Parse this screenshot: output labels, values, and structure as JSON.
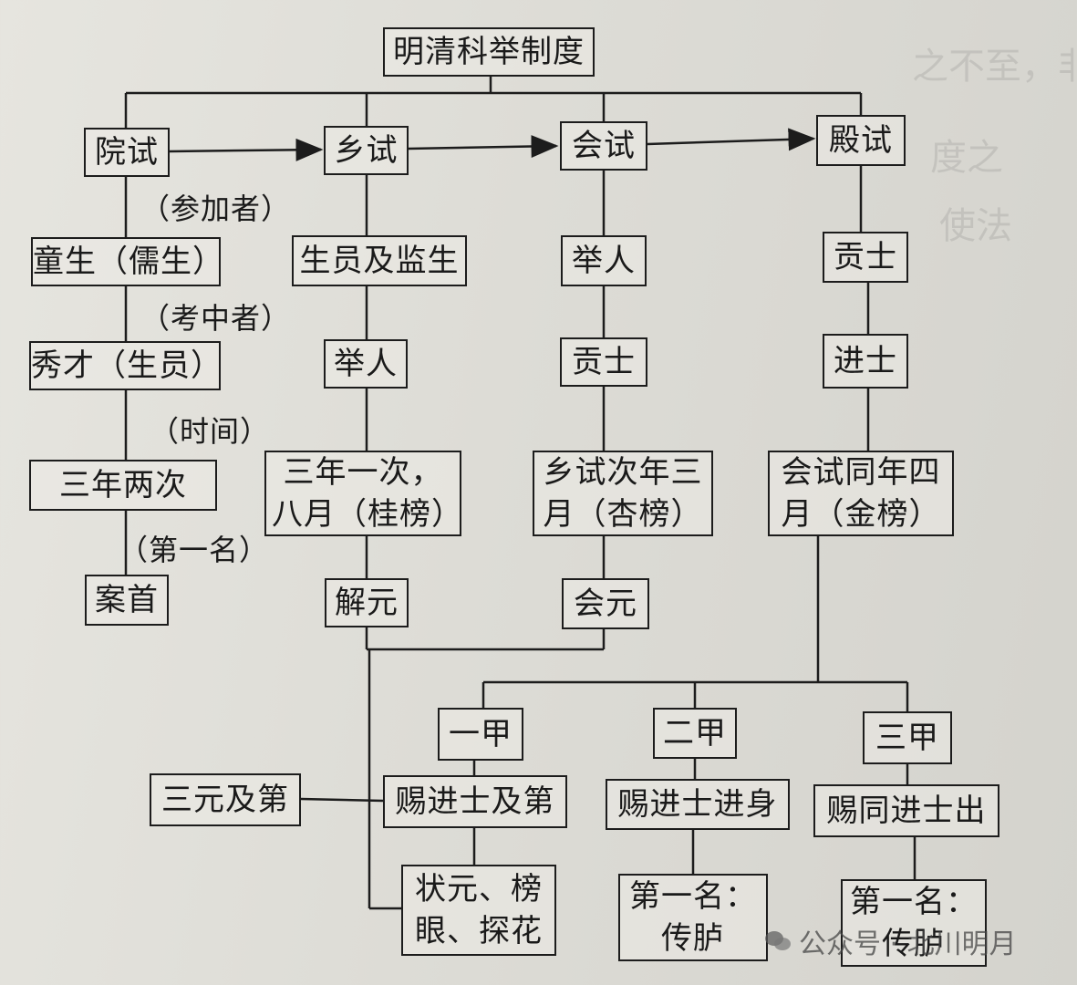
{
  "root": "明清科举制度",
  "columns": [
    {
      "exam": "院试",
      "candidate": "童生（儒生）",
      "passer": "秀才（生员）",
      "time": "三年两次",
      "first": "案首"
    },
    {
      "exam": "乡试",
      "candidate": "生员及监生",
      "passer": "举人",
      "time": "三年一次，八月（桂榜）",
      "first": "解元"
    },
    {
      "exam": "会试",
      "candidate": "举人",
      "passer": "贡士",
      "time": "乡试次年三月（杏榜）",
      "first": "会元"
    },
    {
      "exam": "殿试",
      "candidate": "贡士",
      "passer": "进士",
      "time": "会试同年四月（金榜）"
    }
  ],
  "row_labels": {
    "participant": "（参加者）",
    "passer": "（考中者）",
    "time": "（时间）",
    "first": "（第一名）"
  },
  "jia": [
    {
      "rank": "一甲",
      "title": "赐进士及第",
      "honor": "状元、榜眼、探花"
    },
    {
      "rank": "二甲",
      "title": "赐进士进身",
      "honor": "第一名：传胪"
    },
    {
      "rank": "三甲",
      "title": "赐同进士出",
      "honor": "第一名：传胪"
    }
  ],
  "sanyuan": "三元及第",
  "watermark": "公众号 · 北川明月",
  "colors": {
    "line": "#1c1c1c",
    "paper": "#e2e1db"
  }
}
